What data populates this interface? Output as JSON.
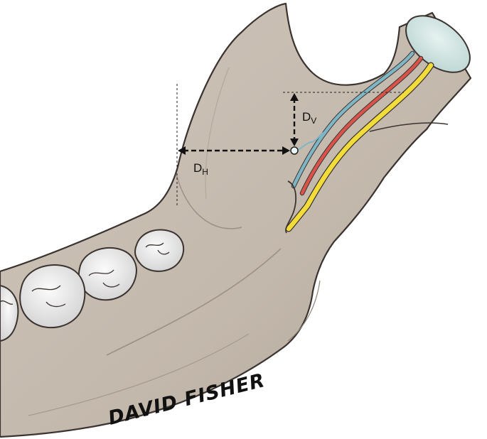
{
  "labels": {
    "dv_main": "D",
    "dv_sub": "V",
    "dh_main": "D",
    "dh_sub": "H"
  },
  "signature": "DAVID FISHER",
  "colors": {
    "bone": "#c6bbaf",
    "bone_shadow": "#a99e92",
    "bone_outline": "#3a3330",
    "condyle_cap": "#cfe3e0",
    "nerve_blue": "#7fb6c6",
    "nerve_red": "#d9534a",
    "nerve_yellow": "#f2dc3a",
    "tooth": "#eeeeee"
  },
  "icons": [
    "foramen-marker-icon",
    "dimension-arrow-icon"
  ]
}
